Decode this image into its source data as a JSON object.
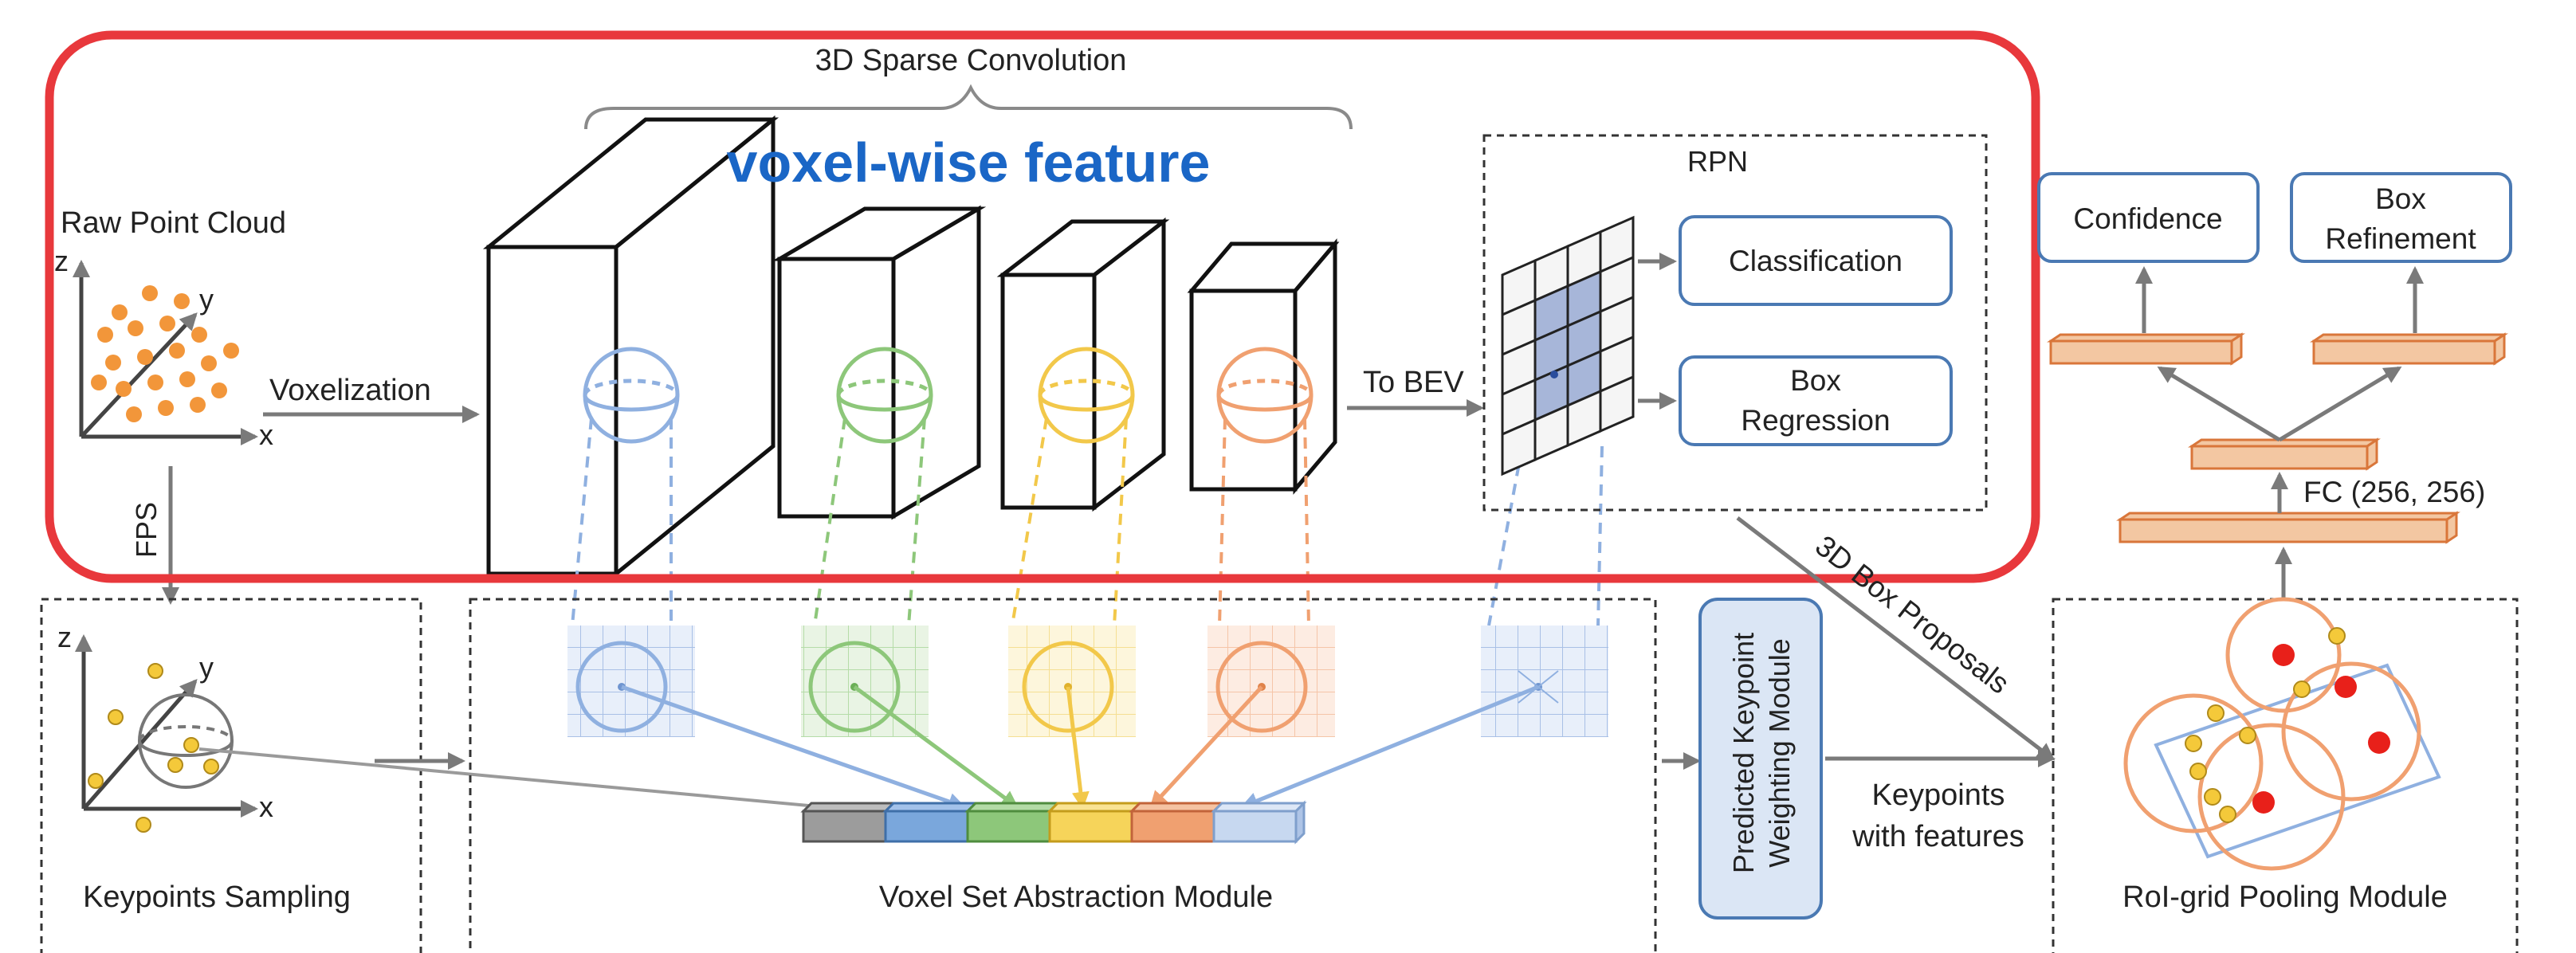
{
  "colors": {
    "highlight": "#e8383c",
    "highlight_label": "#1a66c6",
    "blue": "#8fb0e0",
    "green": "#8dc77a",
    "yellow": "#f6d45a",
    "orange": "#f0a070",
    "point": "#f2963a",
    "keypoint": "#f4c93a",
    "box_border": "#4a79b3",
    "fc_fill": "#f3c7a2",
    "fc_border": "#d9763a",
    "red": "#e8201a"
  },
  "title": {
    "sparse_conv": "3D Sparse Convolution",
    "highlight_label": "voxel-wise feature"
  },
  "raw_point_cloud": {
    "label": "Raw Point Cloud",
    "axis_z": "z",
    "axis_y": "y",
    "axis_x": "x"
  },
  "voxelization_label": "Voxelization",
  "to_bev_label": "To BEV",
  "fps_label": "FPS",
  "rpn": {
    "label": "RPN",
    "classification": "Classification",
    "box_regression_line1": "Box",
    "box_regression_line2": "Regression"
  },
  "head": {
    "confidence": "Confidence",
    "refinement_line1": "Box",
    "refinement_line2": "Refinement",
    "fc_label": "FC (256, 256)"
  },
  "proposals_label": "3D Box Proposals",
  "keypoints_sampling": {
    "label": "Keypoints Sampling",
    "axis_z": "z",
    "axis_y": "y",
    "axis_x": "x"
  },
  "vsa_label": "Voxel Set Abstraction Module",
  "pkw": {
    "line1": "Predicted Keypoint",
    "line2": "Weighting Module"
  },
  "keypoints_features": {
    "line1": "Keypoints",
    "line2": "with features"
  },
  "roi_label": "RoI-grid Pooling Module"
}
